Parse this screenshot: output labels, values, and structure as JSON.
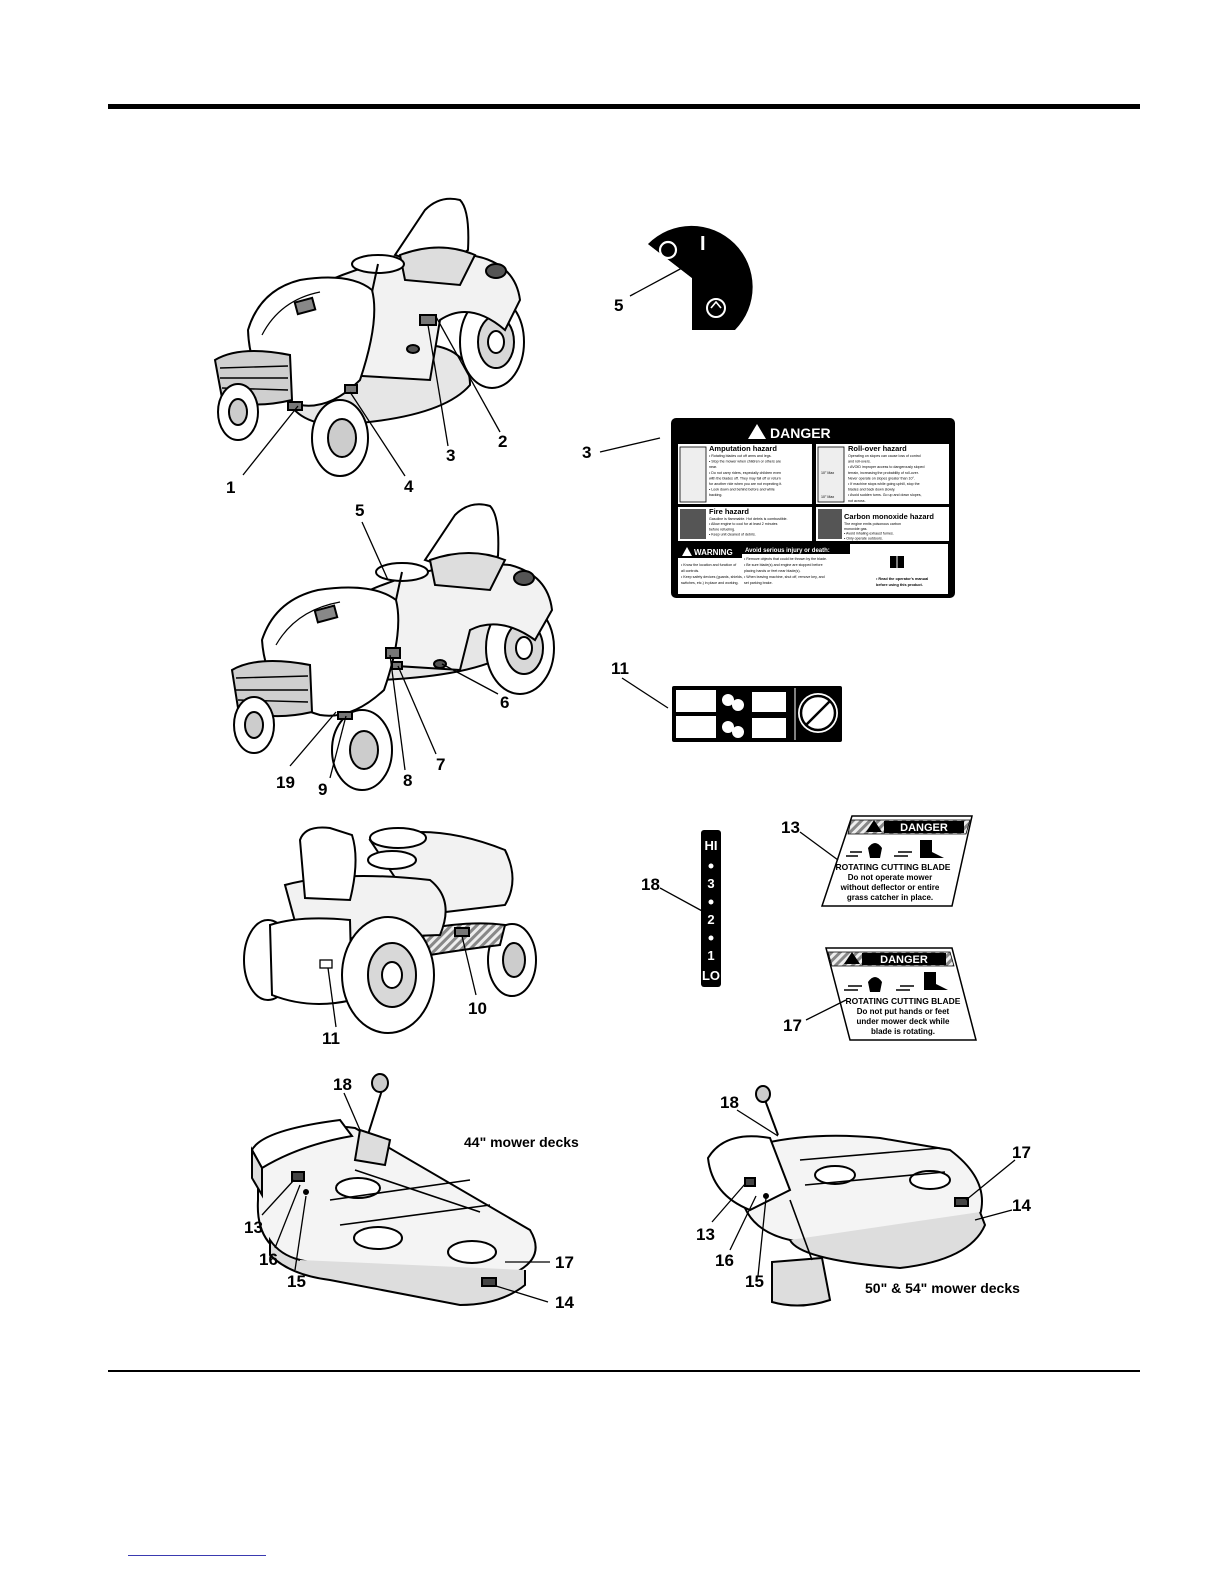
{
  "callouts": {
    "t1": {
      "n1": "1",
      "n2": "2",
      "n3": "3",
      "n4": "4"
    },
    "t2": {
      "n5": "5",
      "n6": "6",
      "n7": "7",
      "n8": "8",
      "n9": "9",
      "n19": "19"
    },
    "t3": {
      "n10": "10",
      "n11": "11"
    },
    "d44": {
      "n18": "18",
      "n13": "13",
      "n16": "16",
      "n15": "15",
      "n17": "17",
      "n14": "14"
    },
    "d50": {
      "n18": "18",
      "n13": "13",
      "n16": "16",
      "n15": "15",
      "n17": "17",
      "n14": "14"
    },
    "decals": {
      "n5": "5",
      "n3": "3",
      "n11": "11",
      "n18": "18",
      "n13": "13",
      "n17": "17"
    }
  },
  "deck_captions": {
    "deck44": "44\" mower decks",
    "deck50": "50\" & 54\" mower decks"
  },
  "ignition_decal": {
    "off": "O",
    "on": "I"
  },
  "danger_decal": {
    "header": "DANGER",
    "amputation": {
      "title": "Amputation hazard",
      "lines": [
        "• Rotating blades cut off arms and legs.",
        "• Stop the mower when children or others are",
        "  near.",
        "• Do not carry riders, especially children even",
        "  with the blades off. They may fall off or return",
        "  for another ride when you are not expecting it.",
        "• Look down and behind before and while",
        "  backing."
      ]
    },
    "rollover": {
      "title": "Roll-over hazard",
      "lines": [
        "Operating on slopes can cause loss of control",
        "and roll-overs.",
        "• AVOID improper access to dangerously sloped",
        "  terrain, increasing the probability of roll-over.",
        "  Never operate on slopes greater than 10°.",
        "• If machine stops while going uphill, stop the",
        "  blades and back down slowly.",
        "• Avoid sudden turns. Go up and down slopes,",
        "  not across."
      ],
      "slope1": "10° Max",
      "slope2": "10° Max"
    },
    "fire": {
      "title": "Fire hazard",
      "lines": [
        "Gasoline is flammable. Hot debris is combustible.",
        "• Allow engine to cool for at least 2 minutes",
        "  before refueling.",
        "• Keep unit cleaned of debris."
      ]
    },
    "carbon": {
      "title": "Carbon monoxide hazard",
      "lines": [
        "The engine emits poisonous carbon",
        "monoxide gas.",
        "• Avoid inhaling exhaust fumes.",
        "• Only operate outdoors."
      ]
    },
    "warning_label": "WARNING",
    "warning_title": "Avoid serious injury or death:",
    "warning_col1": [
      "• Know the location and function of",
      "  all controls.",
      "• Keep safety devices (guards, shields,",
      "  switches, etc.) in place and working."
    ],
    "warning_col2": [
      "• Remove objects that could be thrown by the blade.",
      "• Be sure blade(s) and engine are stopped before",
      "  placing hands or feet near blade(s).",
      "• When leaving machine, shut off, remove key, and",
      "  set parking brake."
    ],
    "manual_note": [
      "• Read the operator's manual",
      "  before using this product."
    ]
  },
  "height_decal": [
    "HI",
    "3",
    "2",
    "1",
    "LO"
  ],
  "blade_decal_13": {
    "header": "DANGER",
    "title": "ROTATING CUTTING BLADE",
    "lines": [
      "Do not operate mower",
      "without deflector or entire",
      "grass catcher in place."
    ]
  },
  "blade_decal_17": {
    "header": "DANGER",
    "title": "ROTATING CUTTING BLADE",
    "lines": [
      "Do not put hands or feet",
      "under mower deck while",
      "blade is rotating."
    ]
  }
}
